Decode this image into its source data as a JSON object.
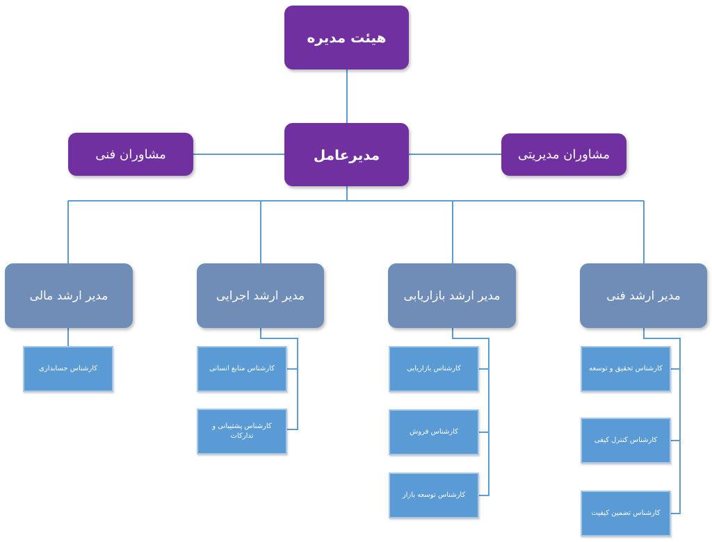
{
  "board": {
    "label": "هیئت مدیره"
  },
  "ceo": {
    "label": "مدیرعامل"
  },
  "advisors": {
    "technical": "مشاوران فنی",
    "management": "مشاوران مدیریتی"
  },
  "managers": {
    "finance": "مدیر ارشد مالی",
    "executive": "مدیر ارشد اجرایی",
    "marketing": "مدیر ارشد بازاریابی",
    "technical": "مدیر ارشد فنی"
  },
  "experts": {
    "finance": [
      "کارشناس حسابداری"
    ],
    "executive": [
      "کارشناس منابع انسانی",
      "کارشناس پشتیبانی و تدارکات"
    ],
    "marketing": [
      "کارشناس بازاریابی",
      "کارشناس فروش",
      "کارشناس توسعه بازار"
    ],
    "technical": [
      "کارشناس تحقیق و توسعه",
      "کارشناس کنترل کیفی",
      "کارشناس تضمین کیفیت"
    ]
  },
  "colors": {
    "top_boxes": "#7030a0",
    "manager_boxes": "#6f8db7",
    "expert_boxes": "#5b9bd5",
    "connectors": "#5b9bd5"
  }
}
